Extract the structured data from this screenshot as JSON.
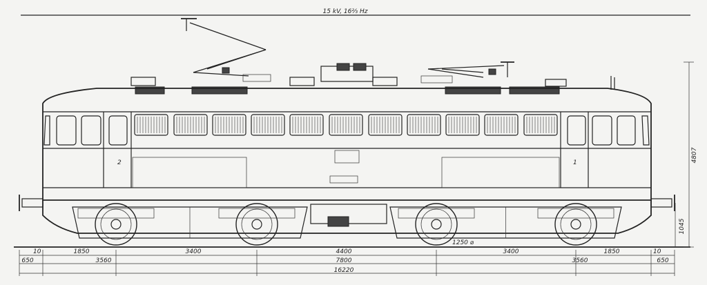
{
  "voltage_label": "15 kV, 16⅔ Hz",
  "dimensions": {
    "height_total": "4807",
    "buffer_height": "1045",
    "wheel_diameter": "1250 ⌀",
    "row1": [
      "10",
      "1850",
      "3400",
      "4400",
      "3400",
      "1850",
      "10"
    ],
    "row2": [
      "650",
      "3560",
      "7800",
      "3560",
      "650"
    ],
    "total_length": "16220"
  },
  "cab_numbers": [
    "2",
    "1"
  ]
}
